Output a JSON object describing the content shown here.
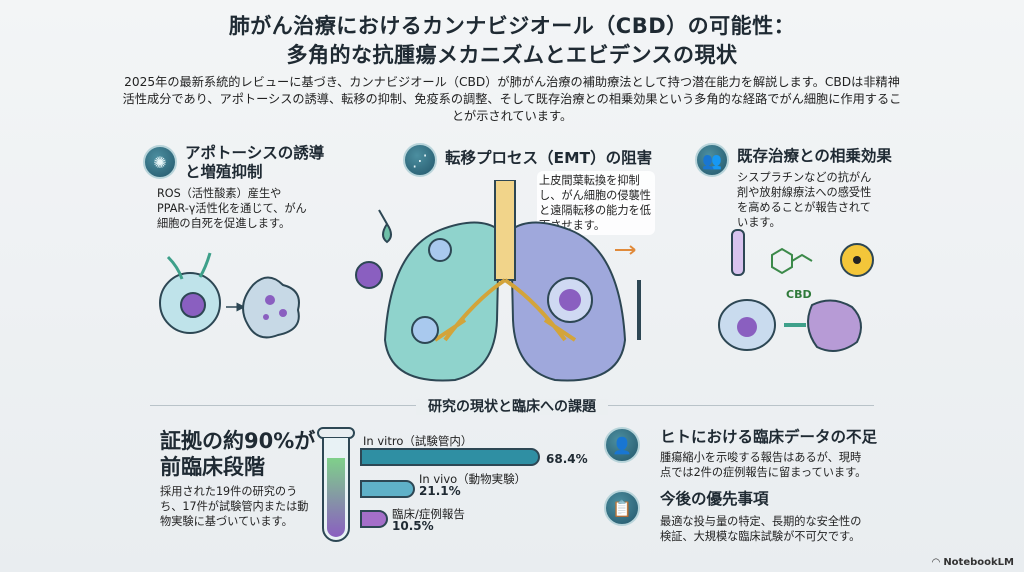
{
  "header": {
    "title_line1": "肺がん治療におけるカンナビジオール（CBD）の可能性：",
    "title_line2": "多角的な抗腫瘍メカニズムとエビデンスの現状",
    "intro": "2025年の最新系統的レビューに基づき、カンナビジオール（CBD）が肺がん治療の補助療法として持つ潜在能力を解説します。CBDは非精神活性成分であり、アポトーシスの誘導、転移の抑制、免疫系の調整、そして既存治療との相乗効果という多角的な経路でがん細胞に作用することが示されています。"
  },
  "mechanisms": [
    {
      "icon": "flower-cell-icon",
      "title": "アポトーシスの誘導と増殖抑制",
      "body": "ROS（活性酸素）産生やPPAR-γ活性化を通じて、がん細胞の自死を促進します。"
    },
    {
      "icon": "metastasis-icon",
      "title": "転移プロセス（EMT）の阻害",
      "body": "上皮間葉転換を抑制し、がん細胞の侵襲性と遠隔転移の能力を低下させます。"
    },
    {
      "icon": "people-synergy-icon",
      "title": "既存治療との相乗効果",
      "body": "シスプラチンなどの抗がん剤や放射線療法への感受性を高めることが報告されています。"
    }
  ],
  "illustration": {
    "cbd_label": "CBD"
  },
  "section": {
    "title": "研究の現状と臨床への課題"
  },
  "evidence": {
    "headline_line1": "証拠の約90%が",
    "headline_line2": "前臨床段階",
    "body": "採用された19件の研究のうち、17件が試験管内または動物実験に基づいています。"
  },
  "chart_data": {
    "type": "bar",
    "orientation": "horizontal",
    "categories": [
      "In vitro（試験管内）",
      "In vivo（動物実験）",
      "臨床/症例報告"
    ],
    "values": [
      68.4,
      21.1,
      10.5
    ],
    "value_labels": [
      "68.4%",
      "21.1%",
      "10.5%"
    ],
    "unit": "%",
    "colors": [
      "#2f8fa3",
      "#5fb1c8",
      "#a46fc9"
    ]
  },
  "challenges": [
    {
      "icon": "person-icon",
      "title": "ヒトにおける臨床データの不足",
      "body": "腫瘍縮小を示唆する報告はあるが、現時点では2件の症例報告に留まっています。"
    },
    {
      "icon": "clipboard-icon",
      "title": "今後の優先事項",
      "body": "最適な投与量の特定、長期的な安全性の検証、大規模な臨床試験が不可欠です。"
    }
  ],
  "footer": {
    "brand": "NotebookLM"
  }
}
